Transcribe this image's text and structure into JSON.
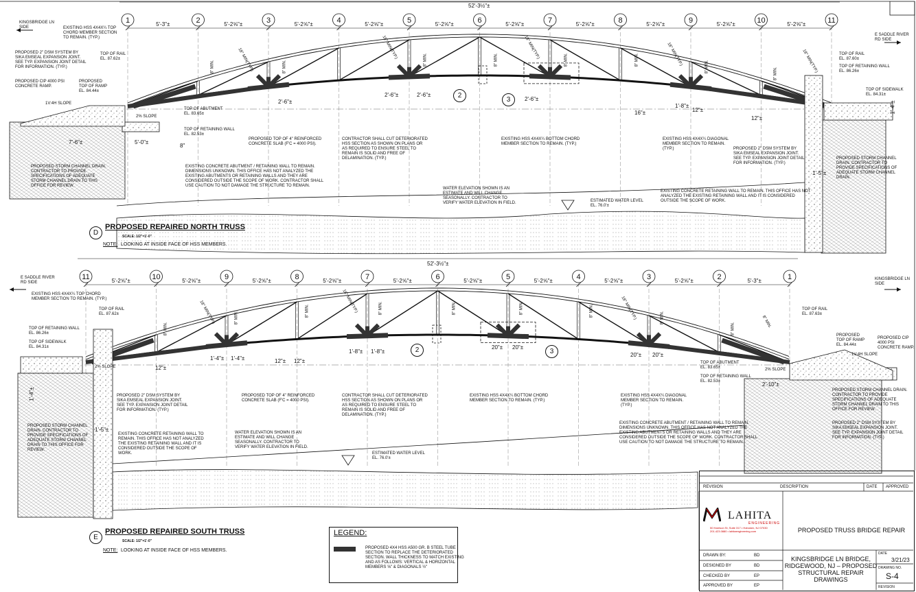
{
  "overall_dim": "52'-3½\"±",
  "north": {
    "panel_numbers": [
      "1",
      "2",
      "3",
      "4",
      "5",
      "6",
      "7",
      "8",
      "9",
      "10",
      "11"
    ],
    "panel_spacings": [
      "5'-3\"±",
      "5'-2⅝\"±",
      "5'-2⅝\"±",
      "5'-2⅝\"±",
      "5'-2⅝\"±",
      "5'-2⅝\"±",
      "5'-2⅝\"±",
      "5'-2⅝\"±",
      "5'-2⅝\"±",
      "5'-2⅝\"±"
    ],
    "left_dir": "KINGSBRIDGE LN\nSIDE",
    "right_dir": "E SADDLE RIVER\nRD SIDE",
    "notes": {
      "top_chord": "EXISTING HSS 4X4X¼ TOP\nCHORD MEMBER SECTION\nTO REMAIN. (TYP.)",
      "dsm_left": "PROPOSED 2\" DSM SYSTEM BY\nSIKA EMSEAL EXPANSION JOINT.\nSEE TYP. EXPANSION JOINT DETAIL\nFOR INFORMATION. (TYP.)",
      "concrete_ramp": "PROPOSED CIP 4000 PSI\nCONCRETE RAMP.",
      "top_of_ramp": "PROPOSED\nTOP OF RAMP\nEL. 84.44±",
      "slope": "1V:4H SLOPE",
      "top_of_rail_l": "TOP OF RAIL\nEL. 87.62±",
      "top_of_rail_r": "TOP OF RAIL\nEL. 87.60±",
      "top_of_abutment": "TOP OF ABUTMENT\nEL. 83.65±",
      "top_of_retaining_wall_l": "TOP OF RETAINING WALL\nEL. 82.53±",
      "top_of_retaining_wall_r": "TOP OF RETAINING WALL\nEL. 86.26±",
      "top_of_sidewalk": "TOP OF SIDEWALK\nEL. 84.31±",
      "two_pct_slope": "2% SLOPE",
      "slab": "PROPOSED TOP OF 4\" REINFORCED\nCONCRETE SLAB (f'c = 4000 PSI).",
      "contractor_cut": "CONTRACTOR SHALL CUT DETERIORATED\nHSS SECTION AS SHOWN ON PLANS OR\nAS REQUIRED TO ENSURE STEEL TO\nREMAIN IS SOLID AND FREE OF\nDELAMINATION. (TYP.)",
      "bottom_chord": "EXISTING HSS 4X4X¼ BOTTOM CHORD\nMEMBER SECTION TO REMAIN. (TYP.)",
      "diagonal": "EXISTING HSS 4X4X¼ DIAGONAL\nMEMBER SECTION TO REMAIN.\n(TYP.)",
      "dsm_right": "PROPOSED 2\" DSM SYSTEM BY\nSIKA EMSEAL EXPANSION JOINT.\nSEE TYP. EXPANSION JOINT DETAIL\nFOR INFORMATION. (TYP.)",
      "storm_left": "PROPOSED STORM CHANNEL DRAIN.\nCONTRACTOR TO PROVIDE\nSPECIFICATIONS OF ADEQUATE\nSTORM CHANNEL DRAIN TO THIS\nOFFICE FOR REVIEW.",
      "storm_right": "PROPOSED STORM CHANNEL\nDRAIN. CONTRACTOR TO\nPROVIDE SPECIFICATIONS OF\nADEQUATE STORM CHANNEL\nDRAIN.",
      "abutment": "EXISTING CONCRETE ABUTMENT / RETAINING WALL TO REMAIN.\nDIMENSIONS UNKNOWN. THIS OFFICE HAS NOT ANALYZED THE\nEXISTING ABUTMENTS OR RETAINING WALLS AND THEY ARE\nCONSIDERED OUTSIDE THE SCOPE OF WORK. CONTRACTOR SHALL\nUSE CAUTION TO NOT DAMAGE THE STRUCTURE TO REMAIN.",
      "wall_right": "EXISTING CONCRETE RETAINING WALL TO REMAIN. THIS OFFICE HAS NOT\nANALYZED THE EXISTING RETAINING WALL AND IT IS CONSIDERED\nOUTSIDE THE SCOPE OF WORK.",
      "water": "WATER ELEVATION SHOWN IS AN\nESTIMATE AND WILL CHANGE\nSEASONALLY. CONTRACTOR TO\nVERIFY WATER ELEVATION IN FIELD.",
      "water_level": "ESTIMATED WATER LEVEL\nEL. 76.0'±"
    },
    "dims": {
      "d1": "7'-6\"±",
      "d2": "5'-0\"±",
      "d3": "2'-6\"±",
      "d4": "2'-6\"±",
      "d5": "2'-6\"±",
      "d6": "2'-6\"±",
      "d7": "16\"±",
      "d8": "1'-8\"±",
      "d9": "12\"±",
      "d10": "12\"±",
      "d11": "8\"",
      "d12": "1'-5\"±",
      "d13": "1'-4\"±"
    },
    "angle": "18° MIN(TYP.)",
    "min": "8\" MIN.",
    "callouts": [
      "2",
      "3"
    ],
    "title": "PROPOSED REPAIRED NORTH TRUSS",
    "tag": "D",
    "scale": "SCALE: 1/2\"=1'-0\"",
    "note_label": "NOTE:",
    "note_text": "LOOKING AT INSIDE FACE OF HSS MEMBERS."
  },
  "south": {
    "panel_numbers": [
      "11",
      "10",
      "9",
      "8",
      "7",
      "6",
      "5",
      "4",
      "3",
      "2",
      "1"
    ],
    "panel_spacings": [
      "5'-2⅝\"±",
      "5'-2⅝\"±",
      "5'-2⅝\"±",
      "5'-2⅝\"±",
      "5'-2⅝\"±",
      "5'-2⅝\"±",
      "5'-2⅝\"±",
      "5'-2⅝\"±",
      "5'-2⅝\"±",
      "5'-3\"±"
    ],
    "left_dir": "E SADDLE RIVER\nRD SIDE",
    "right_dir": "KINGSBRIDGE LN\nSIDE",
    "notes": {
      "top_chord": "EXISTING HSS 4X4X¼ TOP CHORD\nMEMBER SECTION TO REMAIN. (TYP.)",
      "top_of_rail_l": "TOP OF RAIL\nEL. 87.62±",
      "top_of_rail_r": "TOP OF RAIL\nEL. 87.63±",
      "top_of_retaining_wall_l": "TOP OF RETAINING WALL\nEL. 86.26±",
      "top_of_sidewalk": "TOP OF SIDEWALK\nEL. 84.31±",
      "top_of_ramp": "PROPOSED\nTOP OF RAMP\nEL. 84.44±",
      "concrete_ramp": "PROPOSED CIP\n4000 PSI\nCONCRETE RAMP.",
      "slope": "1V:4H SLOPE",
      "top_of_abutment": "TOP OF ABUTMENT\nEL. 83.65±",
      "top_of_retaining_wall_r": "TOP OF RETAINING WALL\nEL. 82.53±",
      "two_pct_slope": "2% SLOPE",
      "dsm_left": "PROPOSED 2\" DSM SYSTEM BY\nSIKA EMSEAL EXPANSION JOINT.\nSEE TYP. EXPANSION JOINT DETAIL\nFOR INFORMATION. (TYP.)",
      "slab": "PROPOSED TOP OF 4\" REINFORCED\nCONCRETE SLAB (f'c = 4000 PSI).",
      "contractor_cut": "CONTRACTOR SHALL CUT DETERIORATED\nHSS SECTION AS SHOWN ON PLANS OR\nAS REQUIRED TO ENSURE STEEL TO\nREMAIN IS SOLID AND FREE OF\nDELAMINATION. (TYP.)",
      "bottom_chord": "EXISTING HSS 4X4X¼ BOTTOM CHORD\nMEMBER SECTION TO REMAIN. (TYP.)",
      "diagonal": "EXISTING HSS 4X4X¼ DIAGONAL\nMEMBER SECTION TO REMAIN.\n(TYP.)",
      "storm_right": "PROPOSED STORM CHANNEL DRAIN.\nCONTRACTOR TO PROVIDE\nSPECIFICATIONS OF ADEQUATE\nSTORM CHANNEL DRAIN TO THIS\nOFFICE FOR REVIEW.",
      "dsm_right": "PROPOSED 2\" DSM SYSTEM BY\nSIKA EMSEAL EXPANSION JOINT.\nSEE TYP. EXPANSION JOINT DETAIL\nFOR INFORMATION. (TYP.)",
      "storm_left": "PROPOSED STORM CHANNEL\nDRAIN. CONTRACTOR TO\nPROVIDE SPECIFICATIONS OF\nADEQUATE STORM CHANNEL\nDRAIN TO THIS OFFICE FOR\nREVIEW.",
      "wall_left": "EXISTING CONCRETE RETAINING WALL TO\nREMAIN. THIS OFFICE HAS NOT ANALYZED\nTHE EXISTING RETAINING WALL AND IT IS\nCONSIDERED OUTSIDE THE SCOPE OF\nWORK.",
      "abutment": "EXISTING CONCRETE ABUTMENT / RETAINING WALL TO REMAIN.\nDIMENSIONS UNKNOWN. THIS OFFICE HAS NOT ANALYZED THE\nEXISTING ABUTMENTS OR RETAINING WALLS AND THEY ARE\nCONSIDERED OUTSIDE THE SCOPE OF WORK. CONTRACTOR SHALL\nUSE CAUTION TO NOT DAMAGE THE STRUCTURE TO REMAIN.",
      "water": "WATER ELEVATION SHOWN IS AN\nESTIMATE AND WILL CHANGE\nSEASONALLY. CONTRACTOR TO\nVERIFY WATER ELEVATION IN FIELD.",
      "water_level": "ESTIMATED WATER LEVEL\nEL. 76.0'±"
    },
    "dims": {
      "d1": "12\"±",
      "d2": "1'-4\"±",
      "d3": "1'-4\"±",
      "d4": "12\"±",
      "d5": "12\"±",
      "d6": "1'-8\"±",
      "d7": "1'-8\"±",
      "d8": "20\"±",
      "d9": "20\"±",
      "d10": "20\"±",
      "d11": "20\"±",
      "d12": "2'-10\"±",
      "d13": "1'-4\"±",
      "d14": "1'-5\"±"
    },
    "angle": "18° MIN(TYP.)",
    "min": "8\" MIN.",
    "callouts": [
      "2",
      "3"
    ],
    "title": "PROPOSED REPAIRED SOUTH TRUSS",
    "tag": "E",
    "scale": "SCALE: 1/2\"=1'-0\"",
    "note_label": "NOTE:",
    "note_text": "LOOKING AT INSIDE FACE OF HSS MEMBERS."
  },
  "legend": {
    "title": "LEGEND:",
    "text": "PROPOSED 4X4 HSS A500 GR. B STEEL TUBE\nSECTION TO REPLACE THE DETERIORATED\nSECTION. WALL THICKNESS TO MATCH EXISTING\nAND AS FOLLOWS: VERTICAL & HORIZONTAL\nMEMBERS ⅝\" & DIAGONALS ½\"",
    "swatch_color": "#333333"
  },
  "title_block": {
    "revision": "REVISION",
    "description": "DESCRIPTION",
    "date": "DATE",
    "approved": "APPROVED",
    "company": "LAHITA",
    "company_sub": "ENGINEERING",
    "address": "50 Harrison St, Suite 317 • Hoboken, NJ 07030\n201.423.0880 • lahitaengineering.com",
    "project_title": "PROPOSED TRUSS BRIDGE\nREPAIR",
    "drawing_title": "KINGSBRIDGE LN BRIDGE,\nRIDGEWOOD, NJ –\nPROPOSED STRUCTURAL\nREPAIR DRAWINGS",
    "drawn_by_label": "DRAWN BY:",
    "drawn_by": "BD",
    "designed_by_label": "DESIGNED BY",
    "designed_by": "BD",
    "checked_by_label": "CHECKED BY",
    "checked_by": "EP",
    "approved_by_label": "APPROVED BY",
    "approved_by": "EP",
    "date_label": "DATE",
    "date_value": "3/21/23",
    "drawing_no_label": "DRAWING NO.",
    "drawing_no": "S-4",
    "revision_label": "REVISION"
  }
}
